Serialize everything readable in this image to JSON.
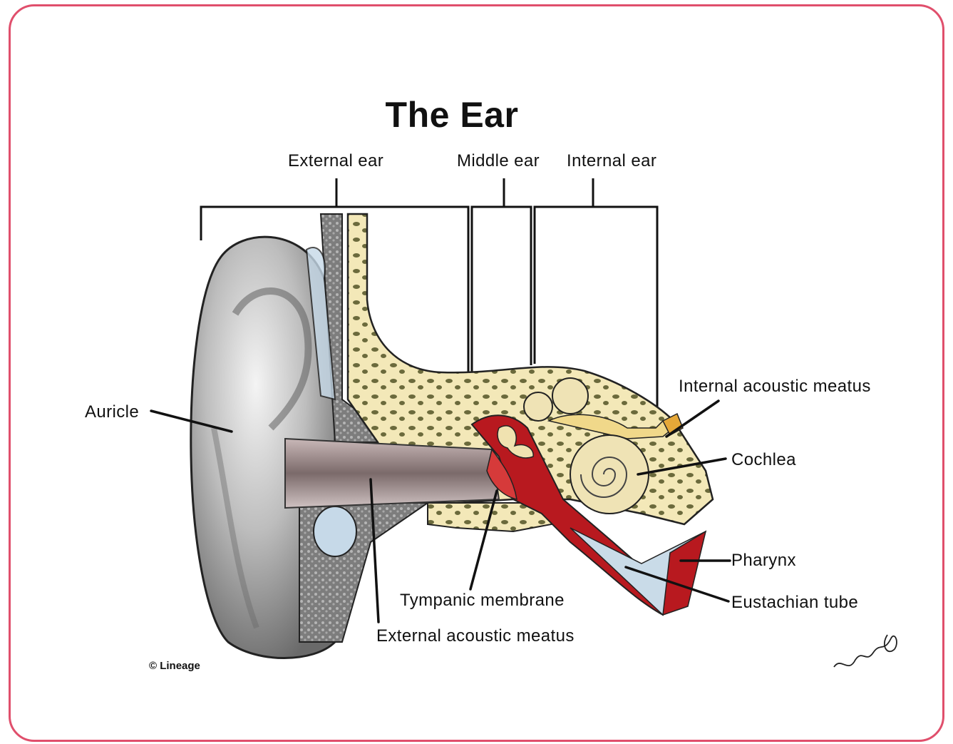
{
  "title": "The Ear",
  "regions": {
    "external": "External ear",
    "middle": "Middle ear",
    "internal": "Internal ear"
  },
  "labels": {
    "auricle": "Auricle",
    "internal_acoustic_meatus": "Internal acoustic meatus",
    "cochlea": "Cochlea",
    "pharynx": "Pharynx",
    "eustachian_tube": "Eustachian tube",
    "tympanic_membrane": "Tympanic membrane",
    "external_acoustic_meatus": "External acoustic meatus"
  },
  "copyright": "© Lineage",
  "colors": {
    "frame": "#e04f6c",
    "bone": "#f3e8b8",
    "tissue_red": "#b8191f",
    "cartilage_gray": "#8c8c8c",
    "canal": "#9a8a8a"
  }
}
